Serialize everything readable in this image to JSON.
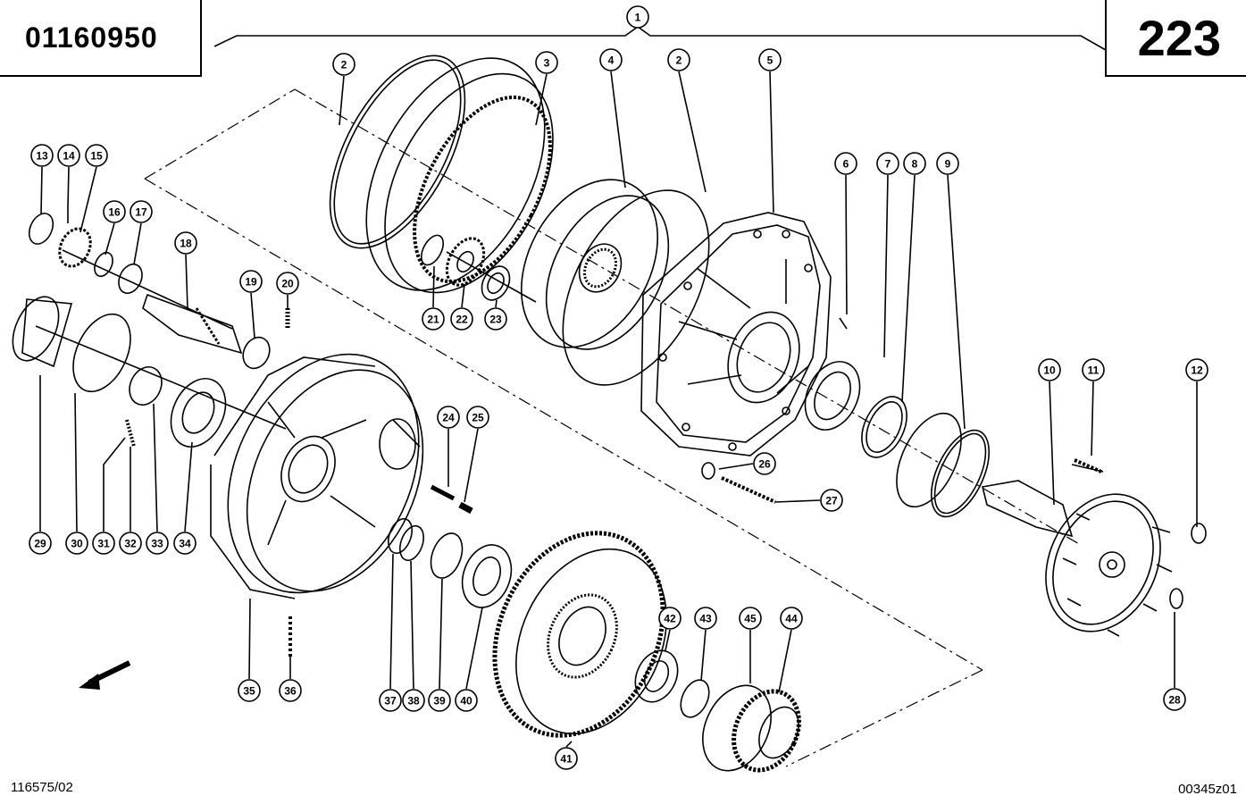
{
  "header": {
    "document_number": "01160950",
    "group_number": "223"
  },
  "footer": {
    "drawing_ref": "116575/02",
    "image_ref": "00345z01"
  },
  "callouts": [
    {
      "id": "c1",
      "label": "1"
    },
    {
      "id": "c2a",
      "label": "2"
    },
    {
      "id": "c3",
      "label": "3"
    },
    {
      "id": "c4",
      "label": "4"
    },
    {
      "id": "c2b",
      "label": "2"
    },
    {
      "id": "c5",
      "label": "5"
    },
    {
      "id": "c6",
      "label": "6"
    },
    {
      "id": "c7",
      "label": "7"
    },
    {
      "id": "c8",
      "label": "8"
    },
    {
      "id": "c9",
      "label": "9"
    },
    {
      "id": "c10",
      "label": "10"
    },
    {
      "id": "c11",
      "label": "11"
    },
    {
      "id": "c12",
      "label": "12"
    },
    {
      "id": "c13",
      "label": "13"
    },
    {
      "id": "c14",
      "label": "14"
    },
    {
      "id": "c15",
      "label": "15"
    },
    {
      "id": "c16",
      "label": "16"
    },
    {
      "id": "c17",
      "label": "17"
    },
    {
      "id": "c18",
      "label": "18"
    },
    {
      "id": "c19",
      "label": "19"
    },
    {
      "id": "c20",
      "label": "20"
    },
    {
      "id": "c21",
      "label": "21"
    },
    {
      "id": "c22",
      "label": "22"
    },
    {
      "id": "c23",
      "label": "23"
    },
    {
      "id": "c24",
      "label": "24"
    },
    {
      "id": "c25",
      "label": "25"
    },
    {
      "id": "c26",
      "label": "26"
    },
    {
      "id": "c27",
      "label": "27"
    },
    {
      "id": "c28",
      "label": "28"
    },
    {
      "id": "c29",
      "label": "29"
    },
    {
      "id": "c30",
      "label": "30"
    },
    {
      "id": "c31",
      "label": "31"
    },
    {
      "id": "c32",
      "label": "32"
    },
    {
      "id": "c33",
      "label": "33"
    },
    {
      "id": "c34",
      "label": "34"
    },
    {
      "id": "c35",
      "label": "35"
    },
    {
      "id": "c36",
      "label": "36"
    },
    {
      "id": "c37",
      "label": "37"
    },
    {
      "id": "c38",
      "label": "38"
    },
    {
      "id": "c39",
      "label": "39"
    },
    {
      "id": "c40",
      "label": "40"
    },
    {
      "id": "c41",
      "label": "41"
    },
    {
      "id": "c42",
      "label": "42"
    },
    {
      "id": "c43",
      "label": "43"
    },
    {
      "id": "c45",
      "label": "45"
    },
    {
      "id": "c44",
      "label": "44"
    }
  ],
  "colors": {
    "ink": "#000000",
    "paper": "#ffffff"
  },
  "icons": {
    "direction_arrow": "arrow-down-left-icon"
  }
}
